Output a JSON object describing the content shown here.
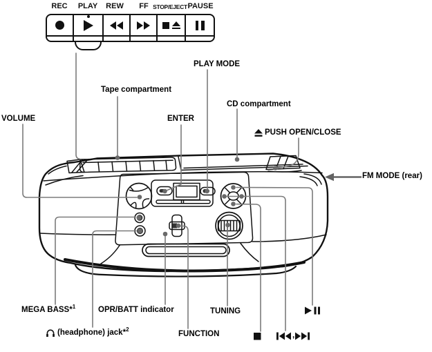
{
  "transport_block": {
    "keys": [
      {
        "label": "REC",
        "icon": "record-icon"
      },
      {
        "label": "PLAY",
        "icon": "play-icon"
      },
      {
        "label": "REW",
        "icon": "rewind-icon"
      },
      {
        "label": "FF",
        "icon": "fast-forward-icon"
      },
      {
        "label": "STOP/EJECT",
        "icon": "stop-eject-icon"
      },
      {
        "label": "PAUSE",
        "icon": "pause-icon"
      }
    ]
  },
  "callouts": {
    "volume": {
      "label": "VOLUME"
    },
    "tape_compartment": {
      "label": "Tape compartment"
    },
    "enter": {
      "label": "ENTER"
    },
    "play_mode": {
      "label": "PLAY MODE"
    },
    "cd_compartment": {
      "label": "CD compartment"
    },
    "push_open_close": {
      "label": "PUSH OPEN/CLOSE",
      "icon": "eject-icon"
    },
    "fm_mode": {
      "label": "FM MODE (rear)"
    },
    "mega_bass": {
      "label": "MEGA BASS*",
      "footnote": "1"
    },
    "opr_batt": {
      "label": "OPR/BATT indicator"
    },
    "headphone": {
      "label": "(headphone) jack*",
      "footnote": "2",
      "icon": "headphone-icon"
    },
    "function": {
      "label": "FUNCTION"
    },
    "tuning": {
      "label": "TUNING"
    },
    "stop": {
      "icon": "stop-icon"
    },
    "prev_next": {
      "icon": "prev-next-icon",
      "separator": ","
    },
    "play_pause": {
      "icon": "play-pause-icon"
    }
  },
  "colors": {
    "line_art": "#111111",
    "leader_line": "#7b7b7b",
    "leader_dot": "#6a6a6a",
    "arrow": "#636363"
  }
}
